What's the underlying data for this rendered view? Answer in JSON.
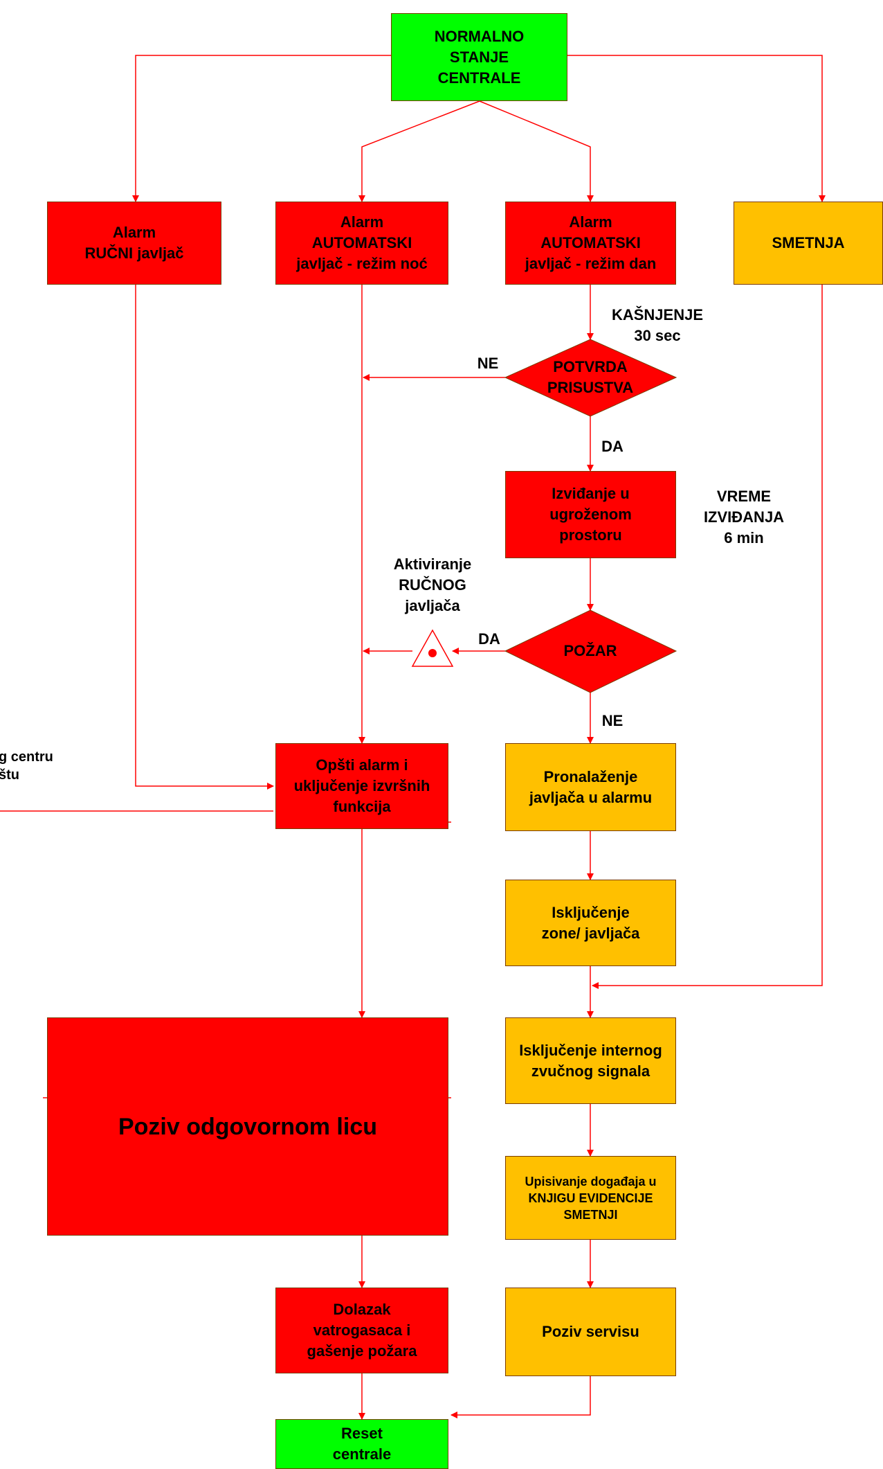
{
  "nodes": {
    "normal": "NORMALNO\nSTANJE\nCENTRALE",
    "alarm_rucni": "Alarm\nRUČNI javljač",
    "alarm_noc": "Alarm\nAUTOMATSKI\njavljač - režim noć",
    "alarm_dan": "Alarm\nAUTOMATSKI\njavljač - režim dan",
    "smetnja": "SMETNJA",
    "potvrda": "POTVRDA\nPRISUSTVA",
    "izvidjanje": "Izviđanje u\nugroženom\nprostoru",
    "pozar": "POŽAR",
    "opsti_alarm": "Opšti alarm i\nuključenje izvršnih\nfunkcija",
    "pronalazenje": "Pronalaženje\njavljača u alarmu",
    "iskljucenje_zone": "Isključenje\nzone/ javljača",
    "poziv_licu": "Poziv odgovornom licu",
    "iskljucenje_signala": "Isključenje internog\nzvučnog signala",
    "upisivanje": "Upisivanje događaja u\nKNJIGU EVIDENCIJE\nSMETNJI",
    "dolazak": "Dolazak\nvatrogasaca i\ngašenje požara",
    "poziv_servisu": "Poziv servisu",
    "reset": "Reset\ncentrale"
  },
  "labels": {
    "kasnjenje": "KAŠNJENJE\n30 sec",
    "ne_potvrda": "NE",
    "da_potvrda": "DA",
    "vreme": "VREME\nIZVIĐANJA\n6 min",
    "aktiviranje": "Aktiviranje\nRUČNOG\njavljača",
    "da_pozar": "DA",
    "ne_pozar": "NE",
    "cut_text": "g centru\nštu"
  },
  "colors": {
    "alarm": "#ff0000",
    "normal": "#00ff00",
    "fault": "#ffc000",
    "line": "#ff0000"
  }
}
